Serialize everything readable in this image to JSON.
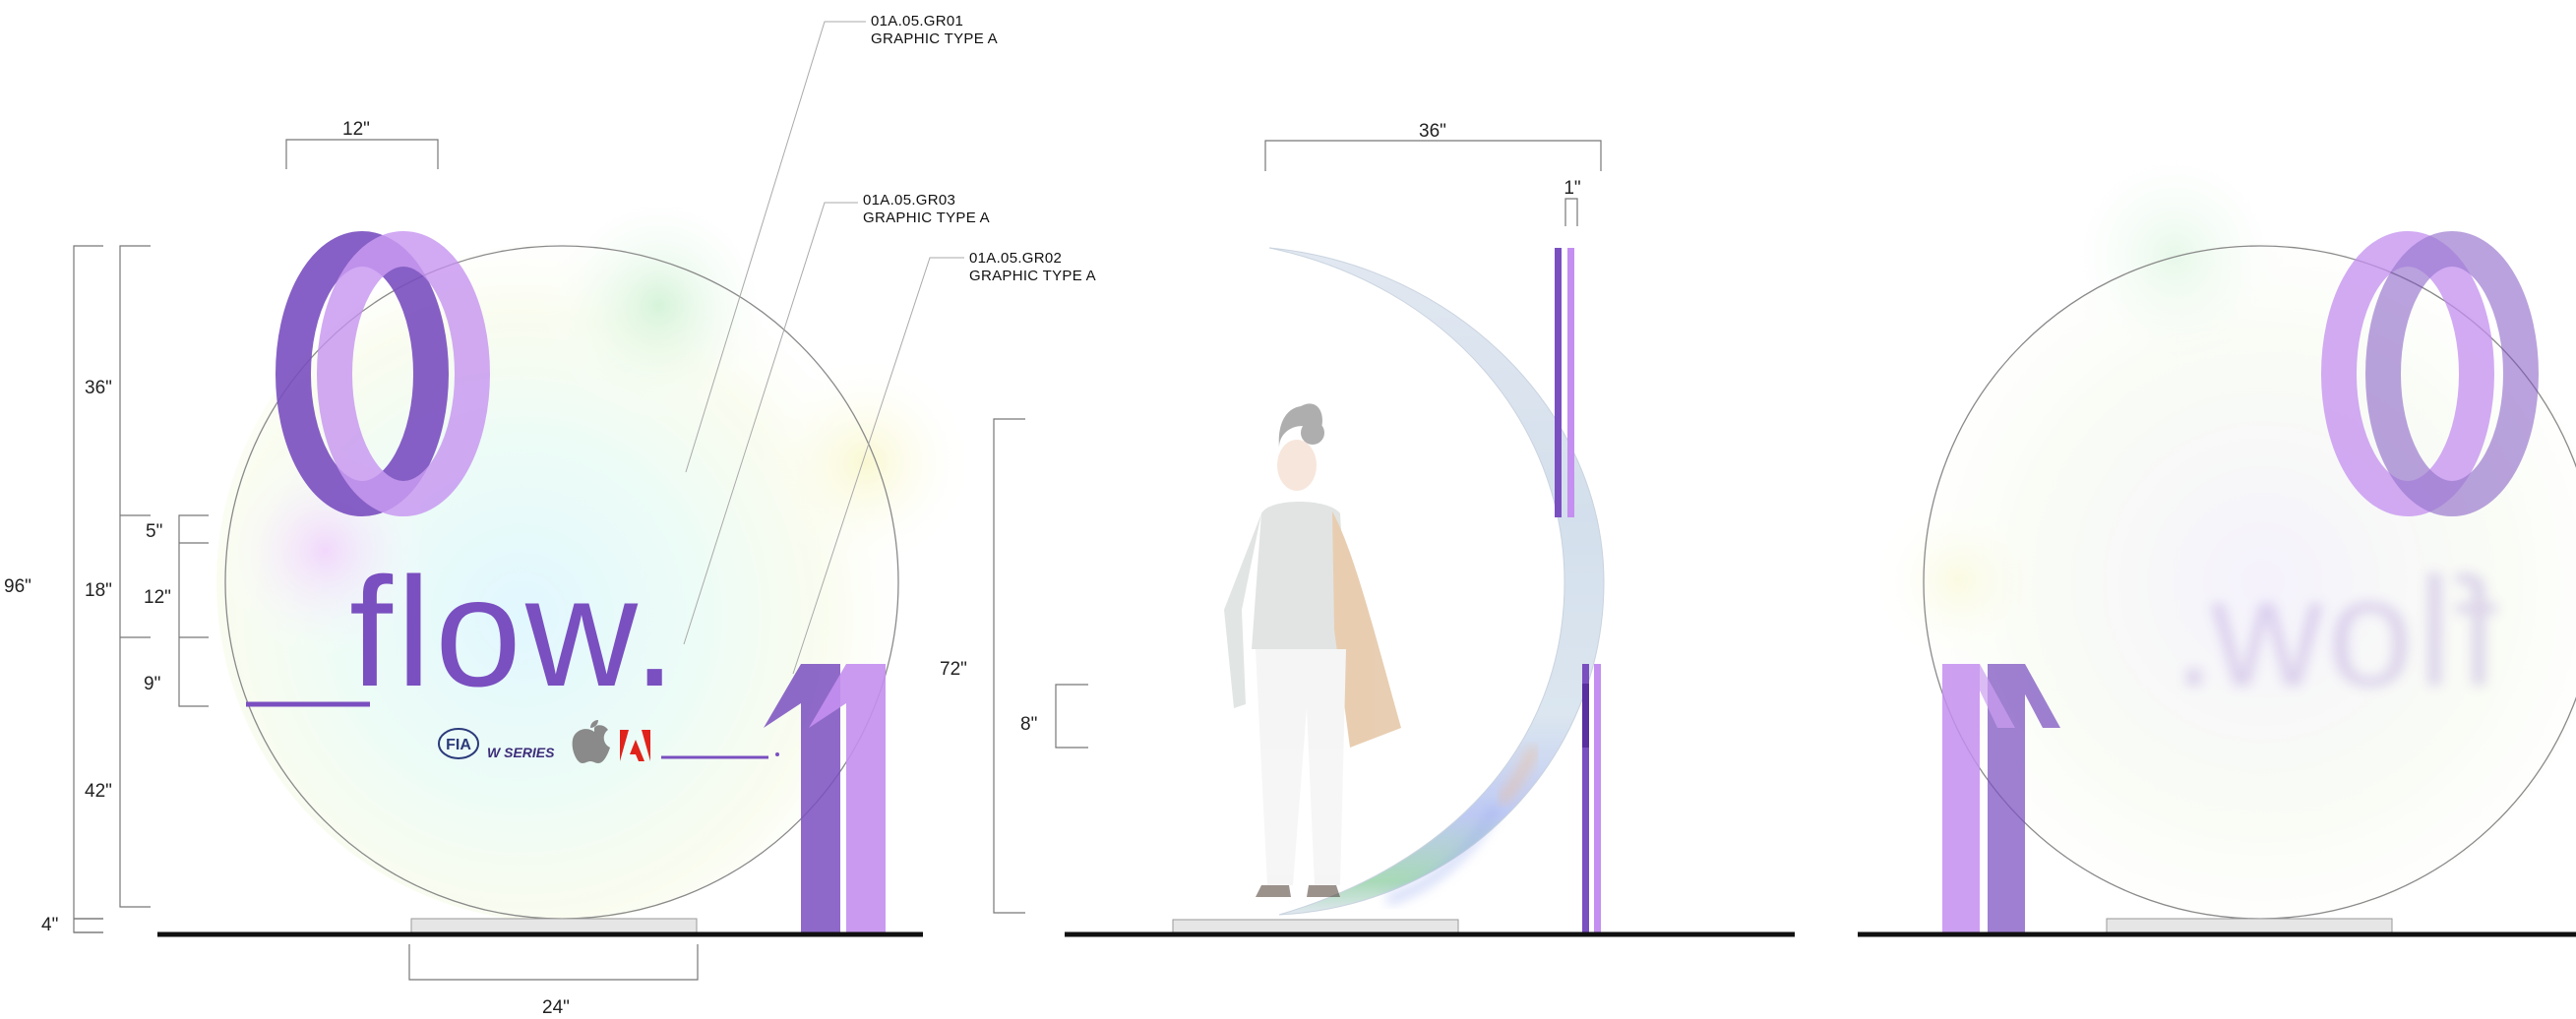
{
  "callouts": {
    "gr01": {
      "code": "01A.05.GR01",
      "type": "GRAPHIC TYPE A"
    },
    "gr03": {
      "code": "01A.05.GR03",
      "type": "GRAPHIC TYPE A"
    },
    "gr02": {
      "code": "01A.05.GR02",
      "type": "GRAPHIC TYPE A"
    }
  },
  "front": {
    "dims": {
      "top_width": "12\"",
      "overall_height": "96\"",
      "seg_36": "36\"",
      "seg_18": "18\"",
      "seg_42": "42\"",
      "seg_4": "4\"",
      "sub_5": "5\"",
      "sub_12": "12\"",
      "sub_9": "9\"",
      "base_width": "24\""
    },
    "logo_text": "flow.",
    "sponsor_logos": [
      "FIA",
      "W SERIES",
      "apple-logo",
      "adobe-logo"
    ],
    "big_glyph_top": "0",
    "big_glyph_bottom": "1"
  },
  "side": {
    "dims": {
      "depth": "36\"",
      "thickness": "1\"",
      "figure_height": "72\"",
      "graphic_height": "8\""
    }
  },
  "colors": {
    "purple_dark": "#7a4fc0",
    "purple_light": "#c48ff0",
    "base_line": "#111111",
    "plinth": "#e6e6e6"
  }
}
